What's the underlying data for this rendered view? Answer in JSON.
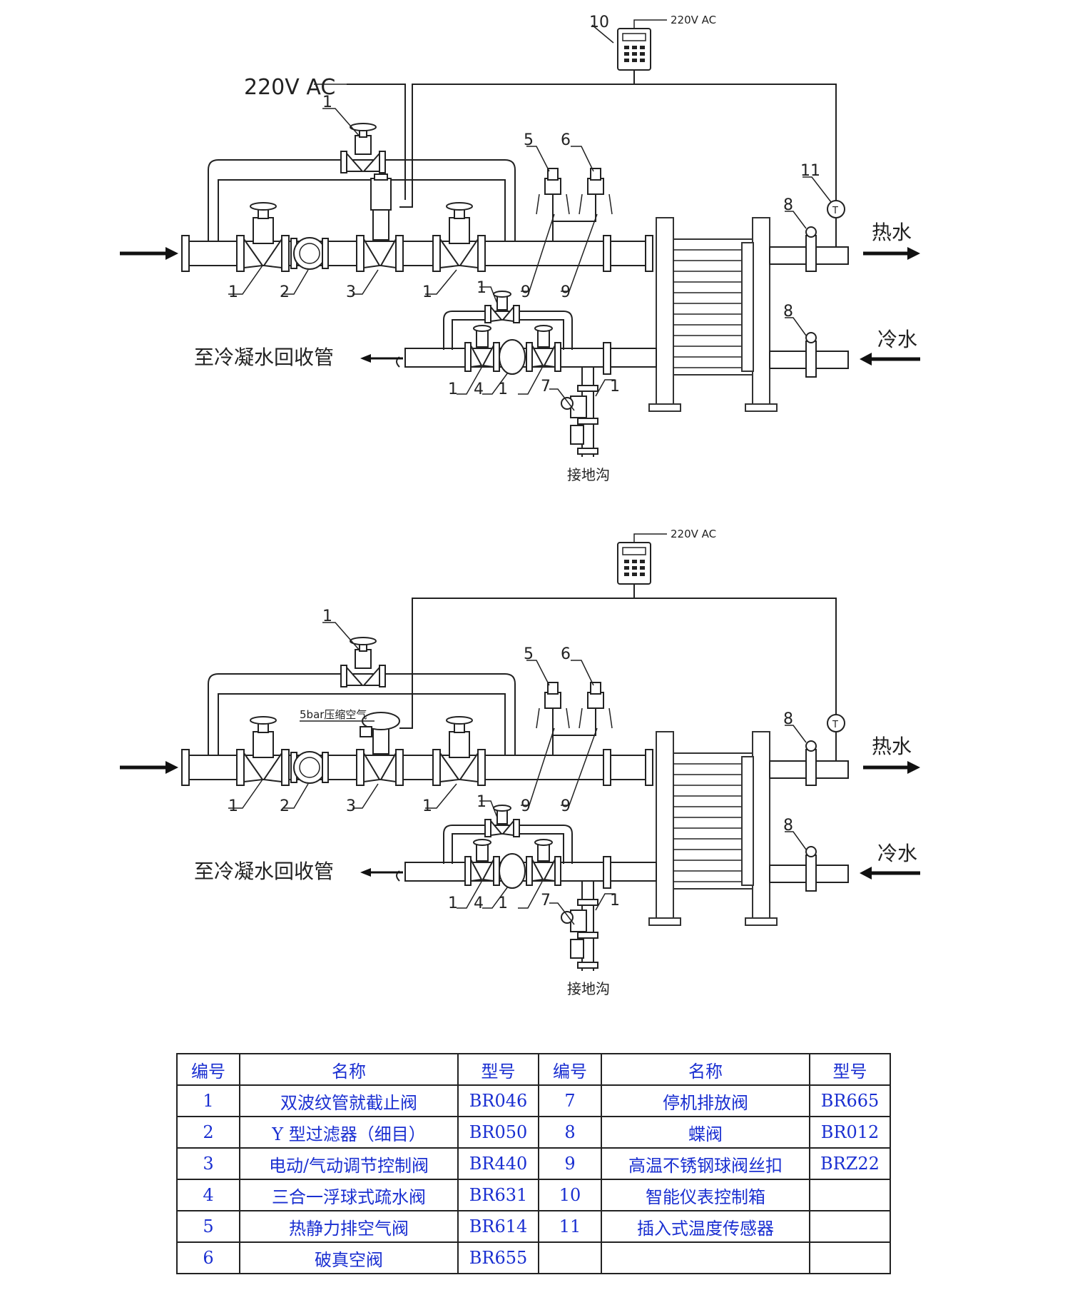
{
  "diagram_top": {
    "power_label_main": "220V AC",
    "power_label_box": "220V AC",
    "hot_water": "热水",
    "cold_water": "冷水",
    "condensate": "至冷凝水回收管",
    "drain": "接地沟",
    "numbers": {
      "n10": "10",
      "n1a": "1",
      "n5": "5",
      "n6": "6",
      "n11": "11",
      "n8a": "8",
      "n8b": "8",
      "n1b": "1",
      "n2": "2",
      "n3": "3",
      "n1c": "1",
      "n1d": "1",
      "n9a": "9",
      "n9b": "9",
      "n1e": "1",
      "n4": "4",
      "n1f": "1",
      "n7": "7",
      "n1g": "1"
    }
  },
  "diagram_bottom": {
    "power_label_box": "220V AC",
    "air_label": "5bar压缩空气",
    "hot_water": "热水",
    "cold_water": "冷水",
    "condensate": "至冷凝水回收管",
    "drain": "接地沟",
    "numbers": {
      "n1a": "1",
      "n5": "5",
      "n6": "6",
      "n8a": "8",
      "n8b": "8",
      "n1b": "1",
      "n2": "2",
      "n3": "3",
      "n1c": "1",
      "n1d": "1",
      "n9a": "9",
      "n9b": "9",
      "n1e": "1",
      "n4": "4",
      "n1f": "1",
      "n7": "7",
      "n1g": "1"
    }
  },
  "parts_table": {
    "headers": [
      "编号",
      "名称",
      "型号",
      "编号",
      "名称",
      "型号"
    ],
    "rows": [
      [
        "1",
        "双波纹管就截止阀",
        "BR046",
        "7",
        "停机排放阀",
        "BR665"
      ],
      [
        "2",
        "Y 型过滤器（细目）",
        "BR050",
        "8",
        "蝶阀",
        "BR012"
      ],
      [
        "3",
        "电动/气动调节控制阀",
        "BR440",
        "9",
        "高温不锈钢球阀丝扣",
        "BRZ22"
      ],
      [
        "4",
        "三合一浮球式疏水阀",
        "BR631",
        "10",
        "智能仪表控制箱",
        ""
      ],
      [
        "5",
        "热静力排空气阀",
        "BR614",
        "11",
        "插入式温度传感器",
        ""
      ],
      [
        "6",
        "破真空阀",
        "BR655",
        "",
        "",
        " "
      ]
    ]
  }
}
